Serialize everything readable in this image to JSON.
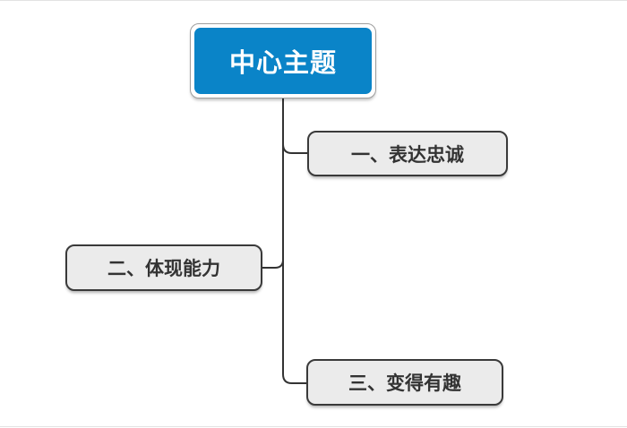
{
  "theme": {
    "canvas_bg": "#ffffff",
    "canvas_edge": "#e2e2e2",
    "connector": "#333333",
    "root_fill": "#0a84c8",
    "root_text": "#ffffff",
    "root_outer_border": "#9e9e9e",
    "node_fill": "#ebebeb",
    "node_border": "#3a3a3a",
    "node_text": "#333333"
  },
  "mindmap": {
    "root": {
      "label": "中心主题"
    },
    "children": [
      {
        "label": "一、表达忠诚",
        "position": "right-top"
      },
      {
        "label": "二、体现能力",
        "position": "left-middle"
      },
      {
        "label": "三、变得有趣",
        "position": "right-bottom"
      }
    ]
  }
}
